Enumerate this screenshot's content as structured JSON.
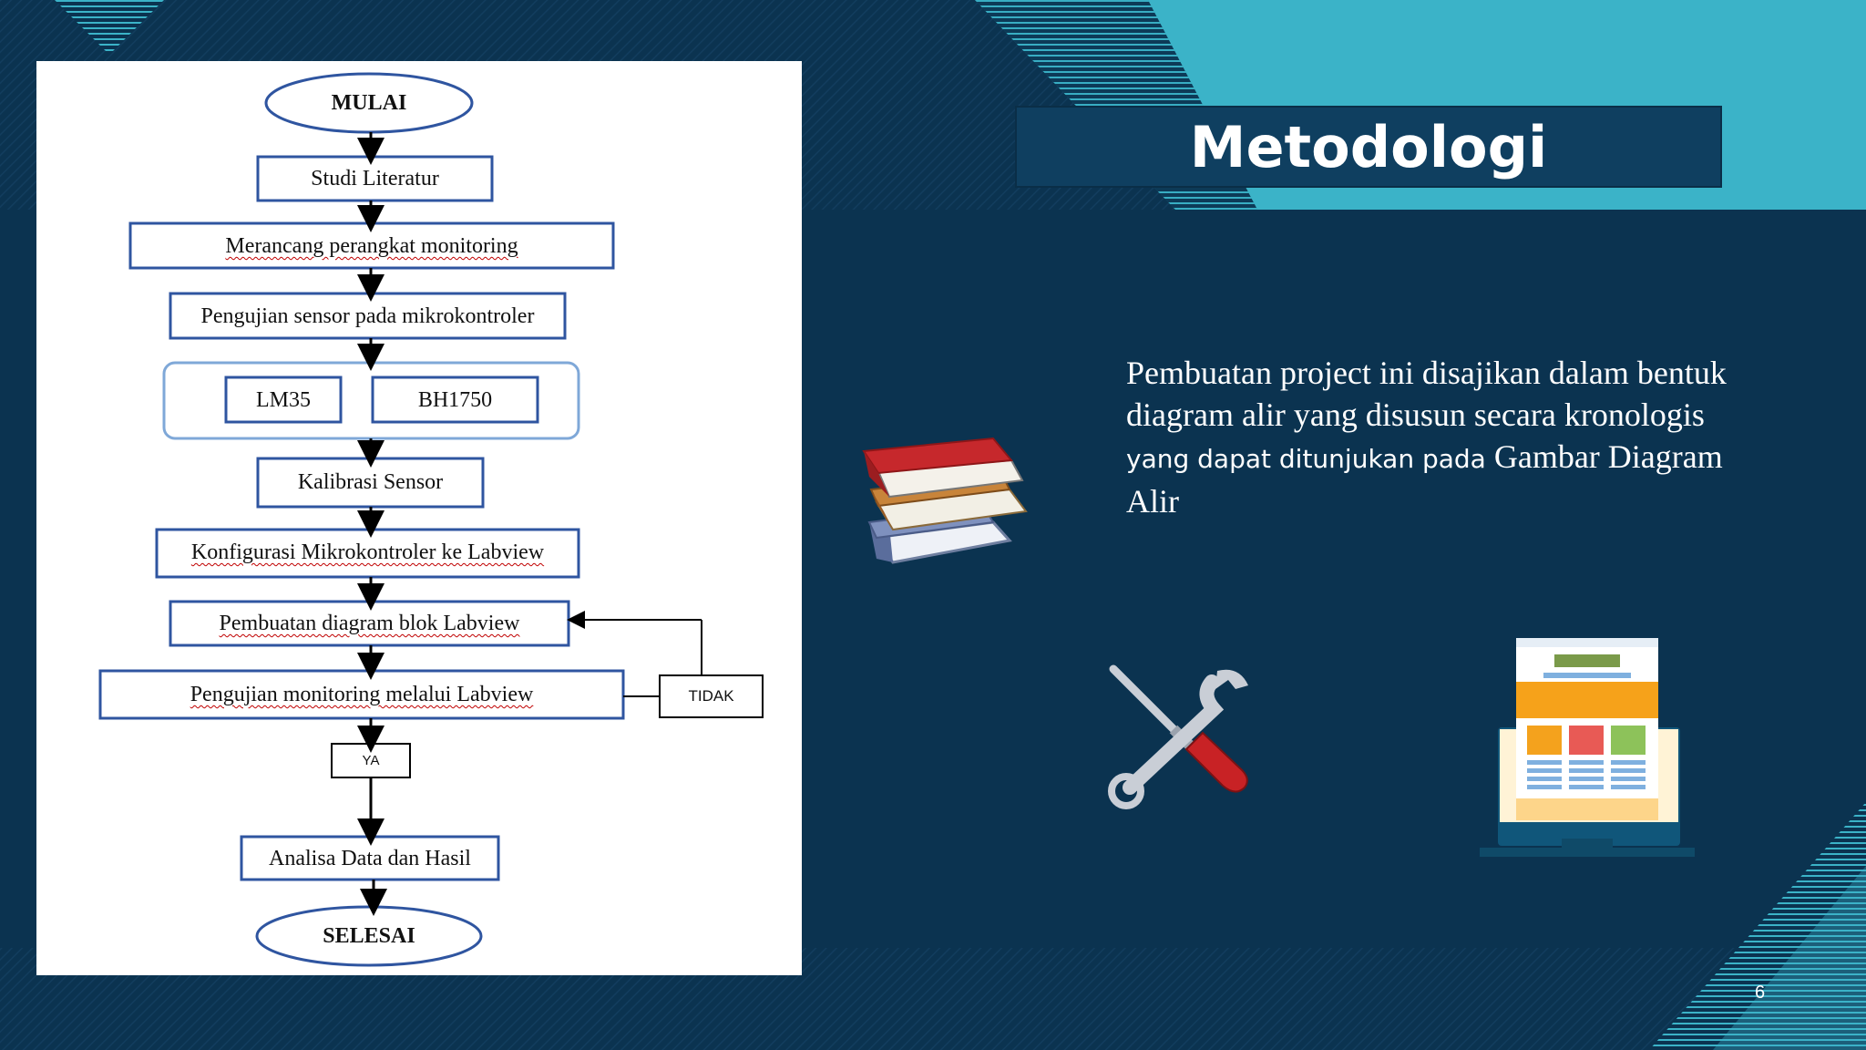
{
  "slide": {
    "title": "Metodologi",
    "description_parts": [
      "Pembuatan project ini disajikan dalam bentuk diagram alir yang disusun secara kronologis ",
      "yang dapat ditunjukan pada",
      " Gambar Diagram Alir"
    ],
    "page_number": "6"
  },
  "flowchart": {
    "start": "MULAI",
    "studi": "Studi Literatur",
    "merancang": "Merancang perangkat monitoring",
    "pengujian_sensor": "Pengujian sensor pada mikrokontroler",
    "sensor_1": "LM35",
    "sensor_2": "BH1750",
    "kalibrasi": "Kalibrasi Sensor",
    "konfigurasi": "Konfigurasi Mikrokontroler ke Labview",
    "pembuatan": "Pembuatan diagram blok Labview",
    "pengujian_monitoring": "Pengujian monitoring melalui Labview",
    "tidak": "TIDAK",
    "ya": "YA",
    "analisa": "Analisa Data dan Hasil",
    "end": "SELESAI"
  },
  "icons": [
    "books-icon",
    "tools-icon",
    "monitor-webpage-icon"
  ],
  "colors": {
    "background": "#0b3350",
    "accent_teal": "#3bb3c8",
    "flow_border": "#2f55a0",
    "title_box": "#0f3f60"
  }
}
